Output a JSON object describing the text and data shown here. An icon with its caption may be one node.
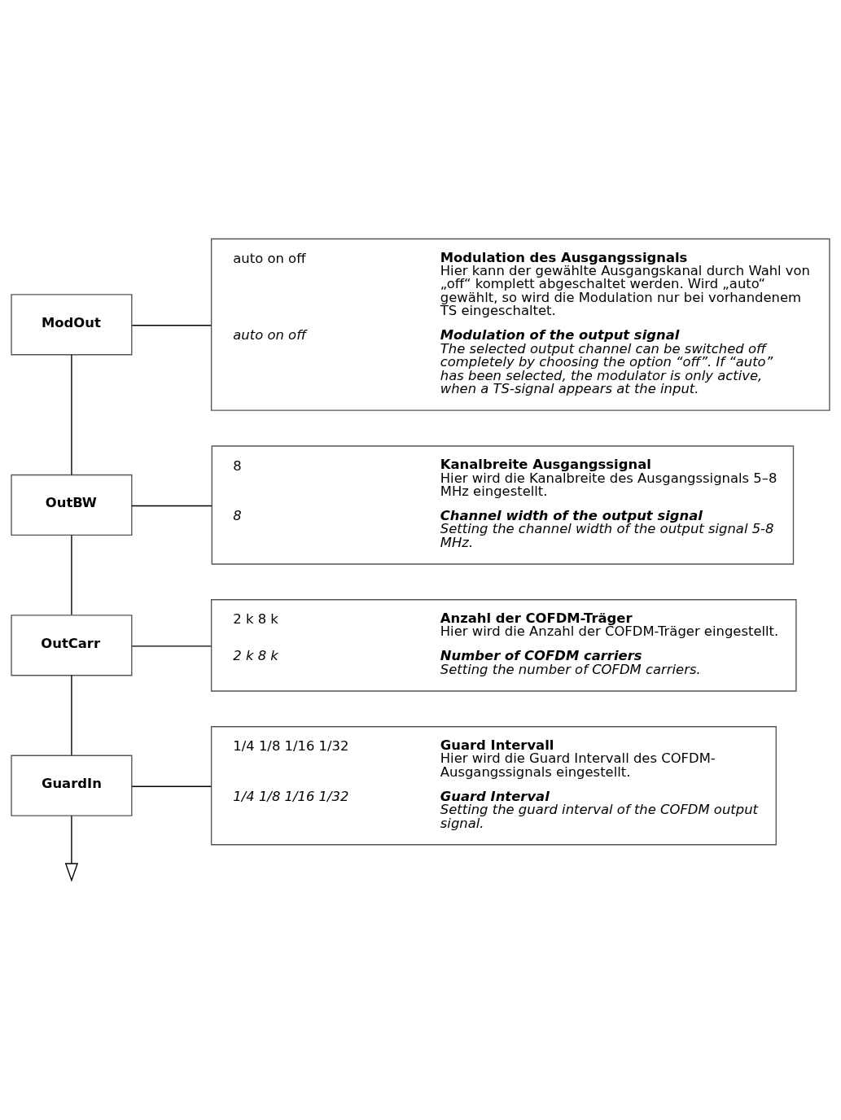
{
  "diagram": {
    "nodes": [
      {
        "text": [
          "ModOut"
        ]
      },
      {
        "text": [
          "auto on off",
          "Modulation des Ausgangssignals",
          "Hier kann der gewählte Ausgangskanal durch Wahl von „off“ komplett abgeschaltet werden. Wird „auto“ gewählt, so wird die Modulation nur bei vorhandenem TS eingeschaltet.",
          "auto on off",
          "Modulation of the output signal",
          "The selected output channel can be switched off completely by choosing the option “off”. If “auto” has been selected, the modulator is only active, when a TS-signal appears at the input."
        ]
      },
      {
        "text": [
          "OutBW"
        ]
      },
      {
        "text": [
          "8",
          "Kanalbreite Ausgangssignal",
          "Hier wird die Kanalbreite des Ausgangssignals 5–8 MHz eingestellt.",
          "8",
          "Channel width of the output signal",
          "Setting the channel width of the output signal 5-8 MHz."
        ]
      },
      {
        "text": [
          "OutCarr"
        ]
      },
      {
        "text": [
          "2 k 8 k",
          "Anzahl der COFDM-Träger",
          "Hier wird die Anzahl der COFDM-Träger eingestellt.",
          "2 k 8 k",
          "Number of COFDM carriers",
          "Setting the number of COFDM carriers."
        ]
      },
      {
        "text": [
          "GuardIn"
        ]
      },
      {
        "text": [
          "1/4 1/8 1/16 1/32",
          "Guard Intervall",
          "Hier wird die Guard Intervall des COFDM-Ausgangssignals eingestellt.",
          "1/4 1/8 1/16 1/32",
          "Guard Interval",
          "Setting the guard interval of the COFDM output signal."
        ]
      }
    ],
    "edges": [
      {
        "from": 0,
        "to": 1,
        "arrow": "none"
      },
      {
        "from": 0,
        "to": 2,
        "arrow": "none"
      },
      {
        "from": 2,
        "to": 3,
        "arrow": "none"
      },
      {
        "from": 2,
        "to": 4,
        "arrow": "none"
      },
      {
        "from": 4,
        "to": 5,
        "arrow": "none"
      },
      {
        "from": 4,
        "to": 6,
        "arrow": "none"
      },
      {
        "from": 6,
        "to": 7,
        "arrow": "none"
      },
      {
        "from": 6,
        "to": null,
        "arrow": "to"
      }
    ]
  }
}
